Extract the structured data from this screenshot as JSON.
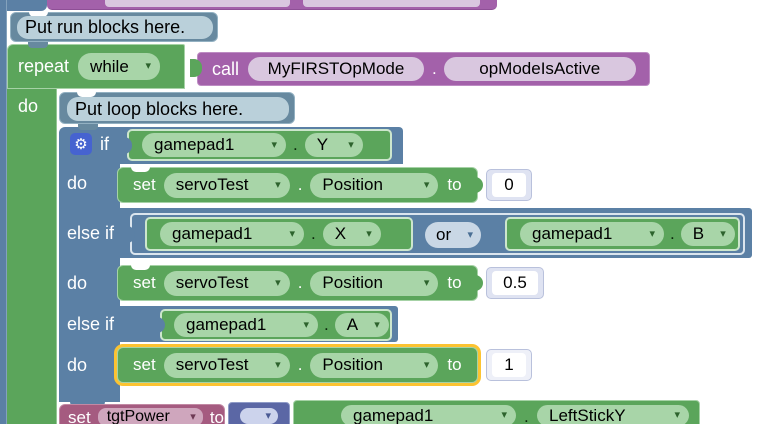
{
  "colors": {
    "loop_green": "#5ba55b",
    "logic_blue": "#5b80a5",
    "procedure_purple": "#a361aa",
    "variable_pink": "#a55b80",
    "math_indigo": "#5b67a5",
    "comment_blue": "#67899f",
    "selection_gold": "#fcc331",
    "mutator_icon_blue": "#4663d0"
  },
  "comments": {
    "run": "Put run blocks here.",
    "loop": "Put loop blocks here."
  },
  "repeat": {
    "label": "repeat",
    "mode": "while",
    "do_label": "do"
  },
  "call": {
    "label": "call",
    "procedure": "MyFIRSTOpMode",
    "dot": ".",
    "method": "opModeIsActive"
  },
  "if_block": {
    "if_label": "if",
    "do_label": "do",
    "else_if_label": "else if",
    "cond_if": {
      "object": "gamepad1",
      "dot": ".",
      "property": "Y"
    },
    "cond_elseif1": {
      "left": {
        "object": "gamepad1",
        "dot": ".",
        "property": "X"
      },
      "operator": "or",
      "right": {
        "object": "gamepad1",
        "dot": ".",
        "property": "B"
      }
    },
    "cond_elseif2": {
      "object": "gamepad1",
      "dot": ".",
      "property": "A"
    }
  },
  "set_blocks": [
    {
      "label": "set",
      "device": "servoTest",
      "dot": ".",
      "property": "Position",
      "to": "to",
      "value": "0"
    },
    {
      "label": "set",
      "device": "servoTest",
      "dot": ".",
      "property": "Position",
      "to": "to",
      "value": "0.5"
    },
    {
      "label": "set",
      "device": "servoTest",
      "dot": ".",
      "property": "Position",
      "to": "to",
      "value": "1",
      "selected": true
    }
  ],
  "bottom_row": {
    "set_var": {
      "label": "set",
      "variable": "tgtPower",
      "to": "to"
    },
    "stick": {
      "object": "gamepad1",
      "dot": ".",
      "property": "LeftStickY"
    }
  }
}
